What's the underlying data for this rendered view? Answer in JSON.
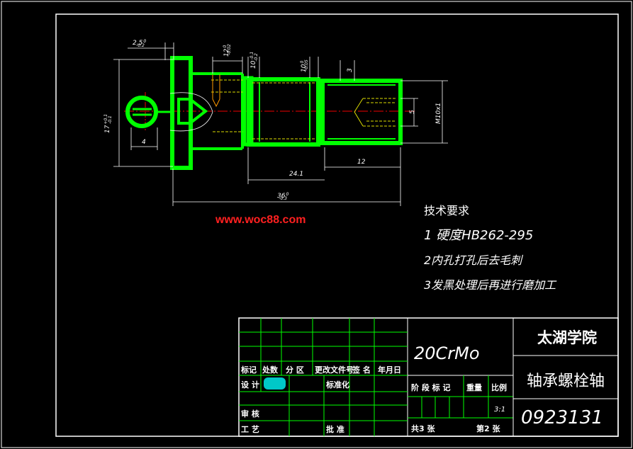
{
  "watermark": "www.woc88.com",
  "dimensions": {
    "d1": "2.5",
    "d1_tol": "0\n-0.2",
    "d2": "12",
    "d2_tol": "0\n-0.02",
    "d3": "10",
    "d3_tol": "-0.1\n-0.2",
    "d4": "10",
    "d4_tol": "0\n-0.05",
    "d5": "3",
    "d6": "17",
    "d6_tol": "+0.1\n-0.1",
    "d7": "4",
    "d8": "5",
    "d9": "M10x1",
    "d10": "12",
    "d11": "24.1",
    "d12": "36",
    "d12_tol": "0\n-0.3"
  },
  "notes": {
    "title": "技术要求",
    "line1": "1 硬度HB262-295",
    "line2": "2内孔打孔后去毛刺",
    "line3": "3发黑处理后再进行磨加工"
  },
  "title_block": {
    "material": "20CrMo",
    "school": "太湖学院",
    "part_name": "轴承螺栓轴",
    "drawing_no": "0923131",
    "hdr_mark": "标记",
    "hdr_count": "处数",
    "hdr_zone": "分 区",
    "hdr_doc": "更改文件号",
    "hdr_sign": "签 名",
    "hdr_date": "年月日",
    "design": "设 计",
    "standard": "标准化",
    "review": "审 核",
    "process": "工 艺",
    "approve": "批 准",
    "stage_mark": "阶 段 标 记",
    "weight": "重量",
    "scale": "比例",
    "scale_val": "3:1",
    "sheets_total": "共3 张",
    "sheet_no": "第2 张"
  }
}
